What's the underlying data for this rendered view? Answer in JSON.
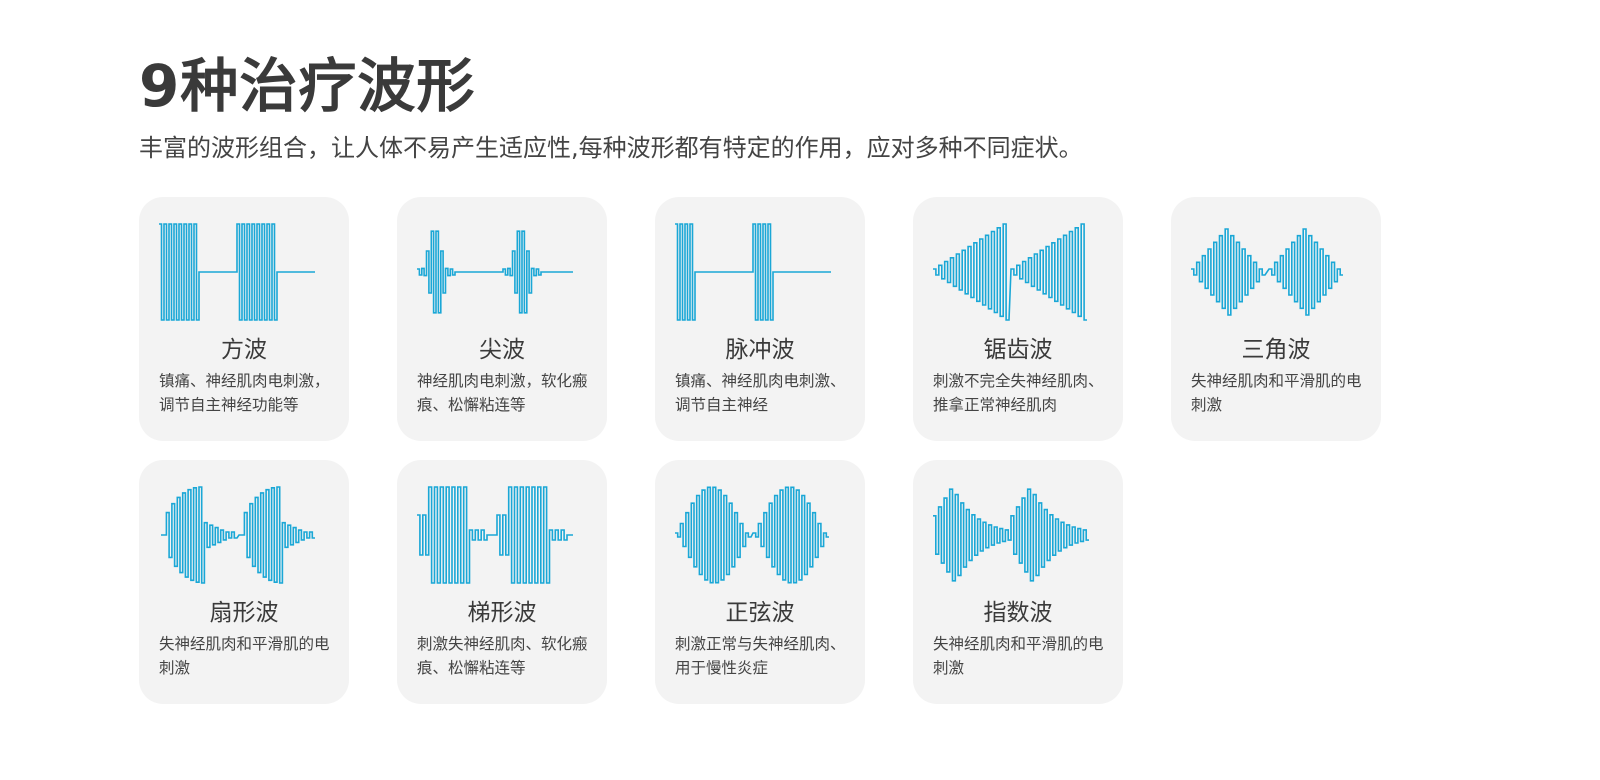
{
  "header": {
    "title": "9种治疗波形",
    "subtitle": "丰富的波形组合，让人体不易产生适应性,每种波形都有特定的作用，应对多种不同症状。"
  },
  "colors": {
    "wave": "#1aa7d6",
    "card": "#f3f3f3",
    "text": "#3a3a3a"
  },
  "waveforms": [
    {
      "name": "方波",
      "desc": "镇痛、神经肌肉电刺激，调节自主神经功能等",
      "icon": "square-wave-icon",
      "shape": "square"
    },
    {
      "name": "尖波",
      "desc": "神经肌肉电刺激，软化瘢痕、松懈粘连等",
      "icon": "spike-wave-icon",
      "shape": "spike"
    },
    {
      "name": "脉冲波",
      "desc": "镇痛、神经肌肉电刺激、调节自主神经",
      "icon": "pulse-wave-icon",
      "shape": "pulse"
    },
    {
      "name": "锯齿波",
      "desc": "刺激不完全失神经肌肉、推拿正常神经肌肉",
      "icon": "sawtooth-wave-icon",
      "shape": "sawtooth"
    },
    {
      "name": "三角波",
      "desc": "失神经肌肉和平滑肌的电刺激",
      "icon": "triangle-wave-icon",
      "shape": "triangle"
    },
    {
      "name": "扇形波",
      "desc": "失神经肌肉和平滑肌的电刺激",
      "icon": "fan-wave-icon",
      "shape": "fan"
    },
    {
      "name": "梯形波",
      "desc": "刺激失神经肌肉、软化瘢痕、松懈粘连等",
      "icon": "trapezoid-wave-icon",
      "shape": "trapezoid"
    },
    {
      "name": "正弦波",
      "desc": "刺激正常与失神经肌肉、用于慢性炎症",
      "icon": "sine-wave-icon",
      "shape": "sine"
    },
    {
      "name": "指数波",
      "desc": "失神经肌肉和平滑肌的电刺激",
      "icon": "exponential-wave-icon",
      "shape": "exponential"
    }
  ]
}
